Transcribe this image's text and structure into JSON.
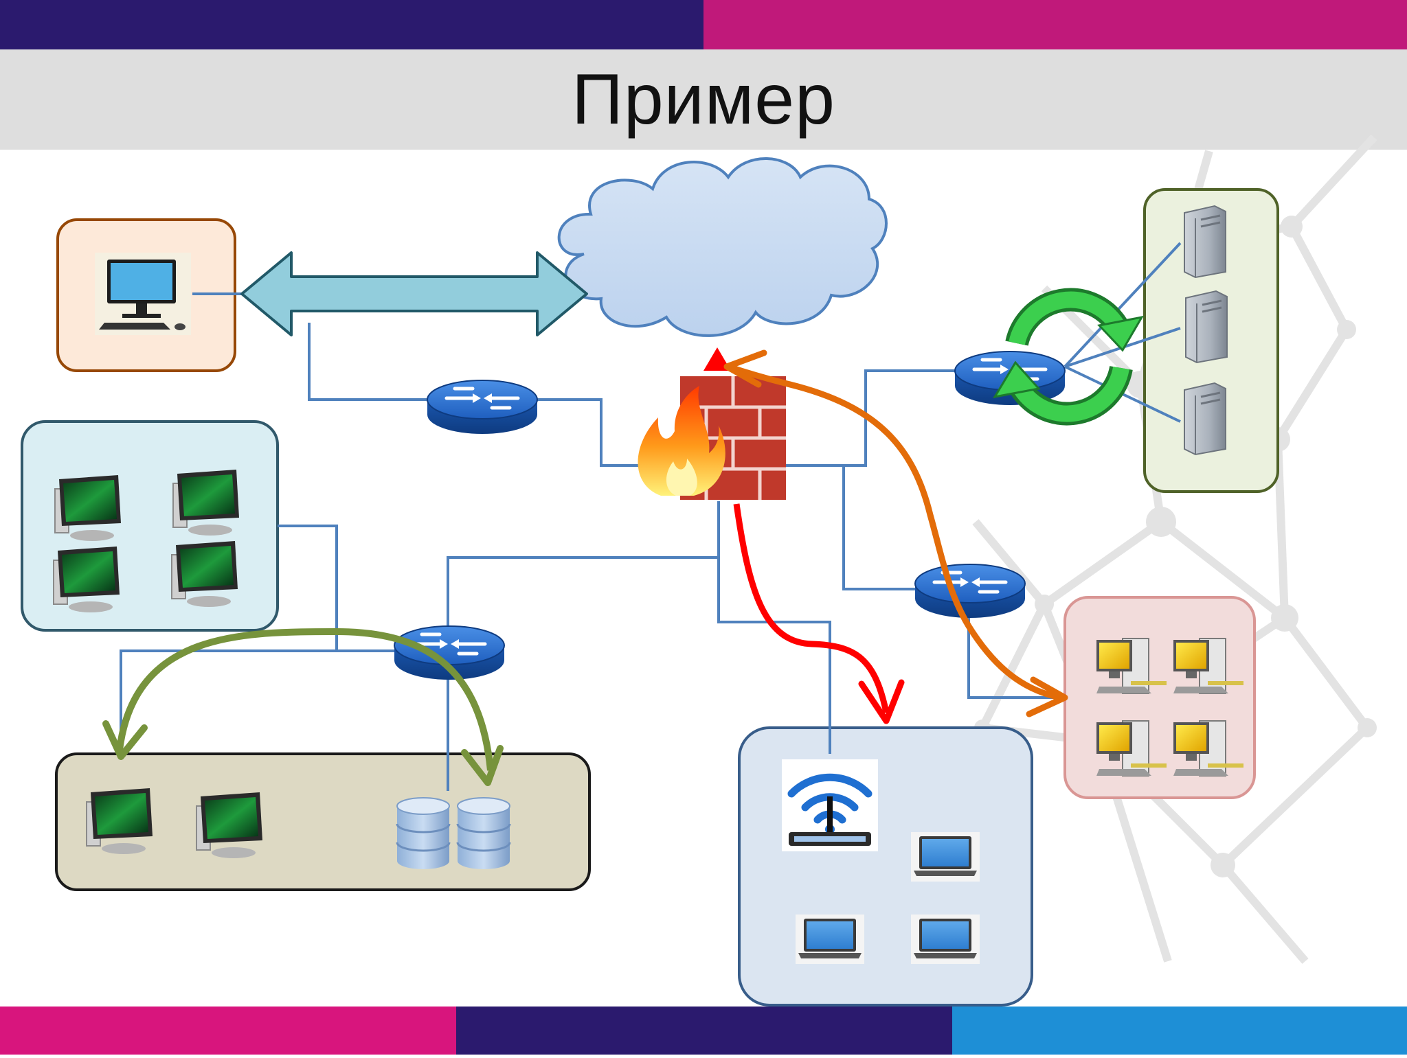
{
  "slide": {
    "title": "Пример"
  },
  "colors": {
    "top_bar_left": "#2b1a6e",
    "top_bar_right": "#c0197a",
    "title_band": "#dedede",
    "bottom_bar_left": "#d8157d",
    "bottom_bar_mid": "#2b1a6e",
    "bottom_bar_right": "#1e8fd6",
    "link_line": "#4f81bd",
    "router": "#1f5fbf",
    "cloud": "#c6d9f0",
    "arrow_red": "#ff0000",
    "arrow_orange": "#e36c09",
    "arrow_green": "#77933c",
    "cycle_green": "#22c043",
    "double_arrow": "#92cddc"
  },
  "diagram": {
    "nodes": [
      {
        "id": "internet",
        "icon": "cloud-icon"
      },
      {
        "id": "firewall",
        "icon": "firewall-icon"
      },
      {
        "id": "router-left",
        "icon": "router-icon"
      },
      {
        "id": "router-right-top",
        "icon": "router-icon"
      },
      {
        "id": "router-right-mid",
        "icon": "router-icon"
      },
      {
        "id": "router-center",
        "icon": "router-icon"
      },
      {
        "id": "remote-pc-group",
        "icon": "desktop-monitor-icon"
      },
      {
        "id": "office-pc-group",
        "icon": "workstation-icon"
      },
      {
        "id": "server-farm-group",
        "icon": "tower-server-icon"
      },
      {
        "id": "dmz-pc-group",
        "icon": "yellow-workstation-icon"
      },
      {
        "id": "storage-group",
        "icon": "database-icon"
      },
      {
        "id": "wireless-group",
        "icon": "wifi-router-icon"
      }
    ],
    "flows": [
      {
        "from": "remote-pc-group",
        "to": "internet",
        "style": "double-arrow"
      },
      {
        "from": "firewall",
        "to": "internet",
        "style": "red-arrow"
      },
      {
        "from": "firewall",
        "to": "wireless-group",
        "style": "red-arrow"
      },
      {
        "from": "dmz-pc-group",
        "to": "firewall",
        "style": "orange-double-arrow"
      },
      {
        "from": "office-pc-group",
        "to": "storage-group",
        "style": "green-double-arrow"
      },
      {
        "from": "router-right-top",
        "to": "server-farm-group",
        "style": "load-balance-cycle"
      }
    ]
  }
}
